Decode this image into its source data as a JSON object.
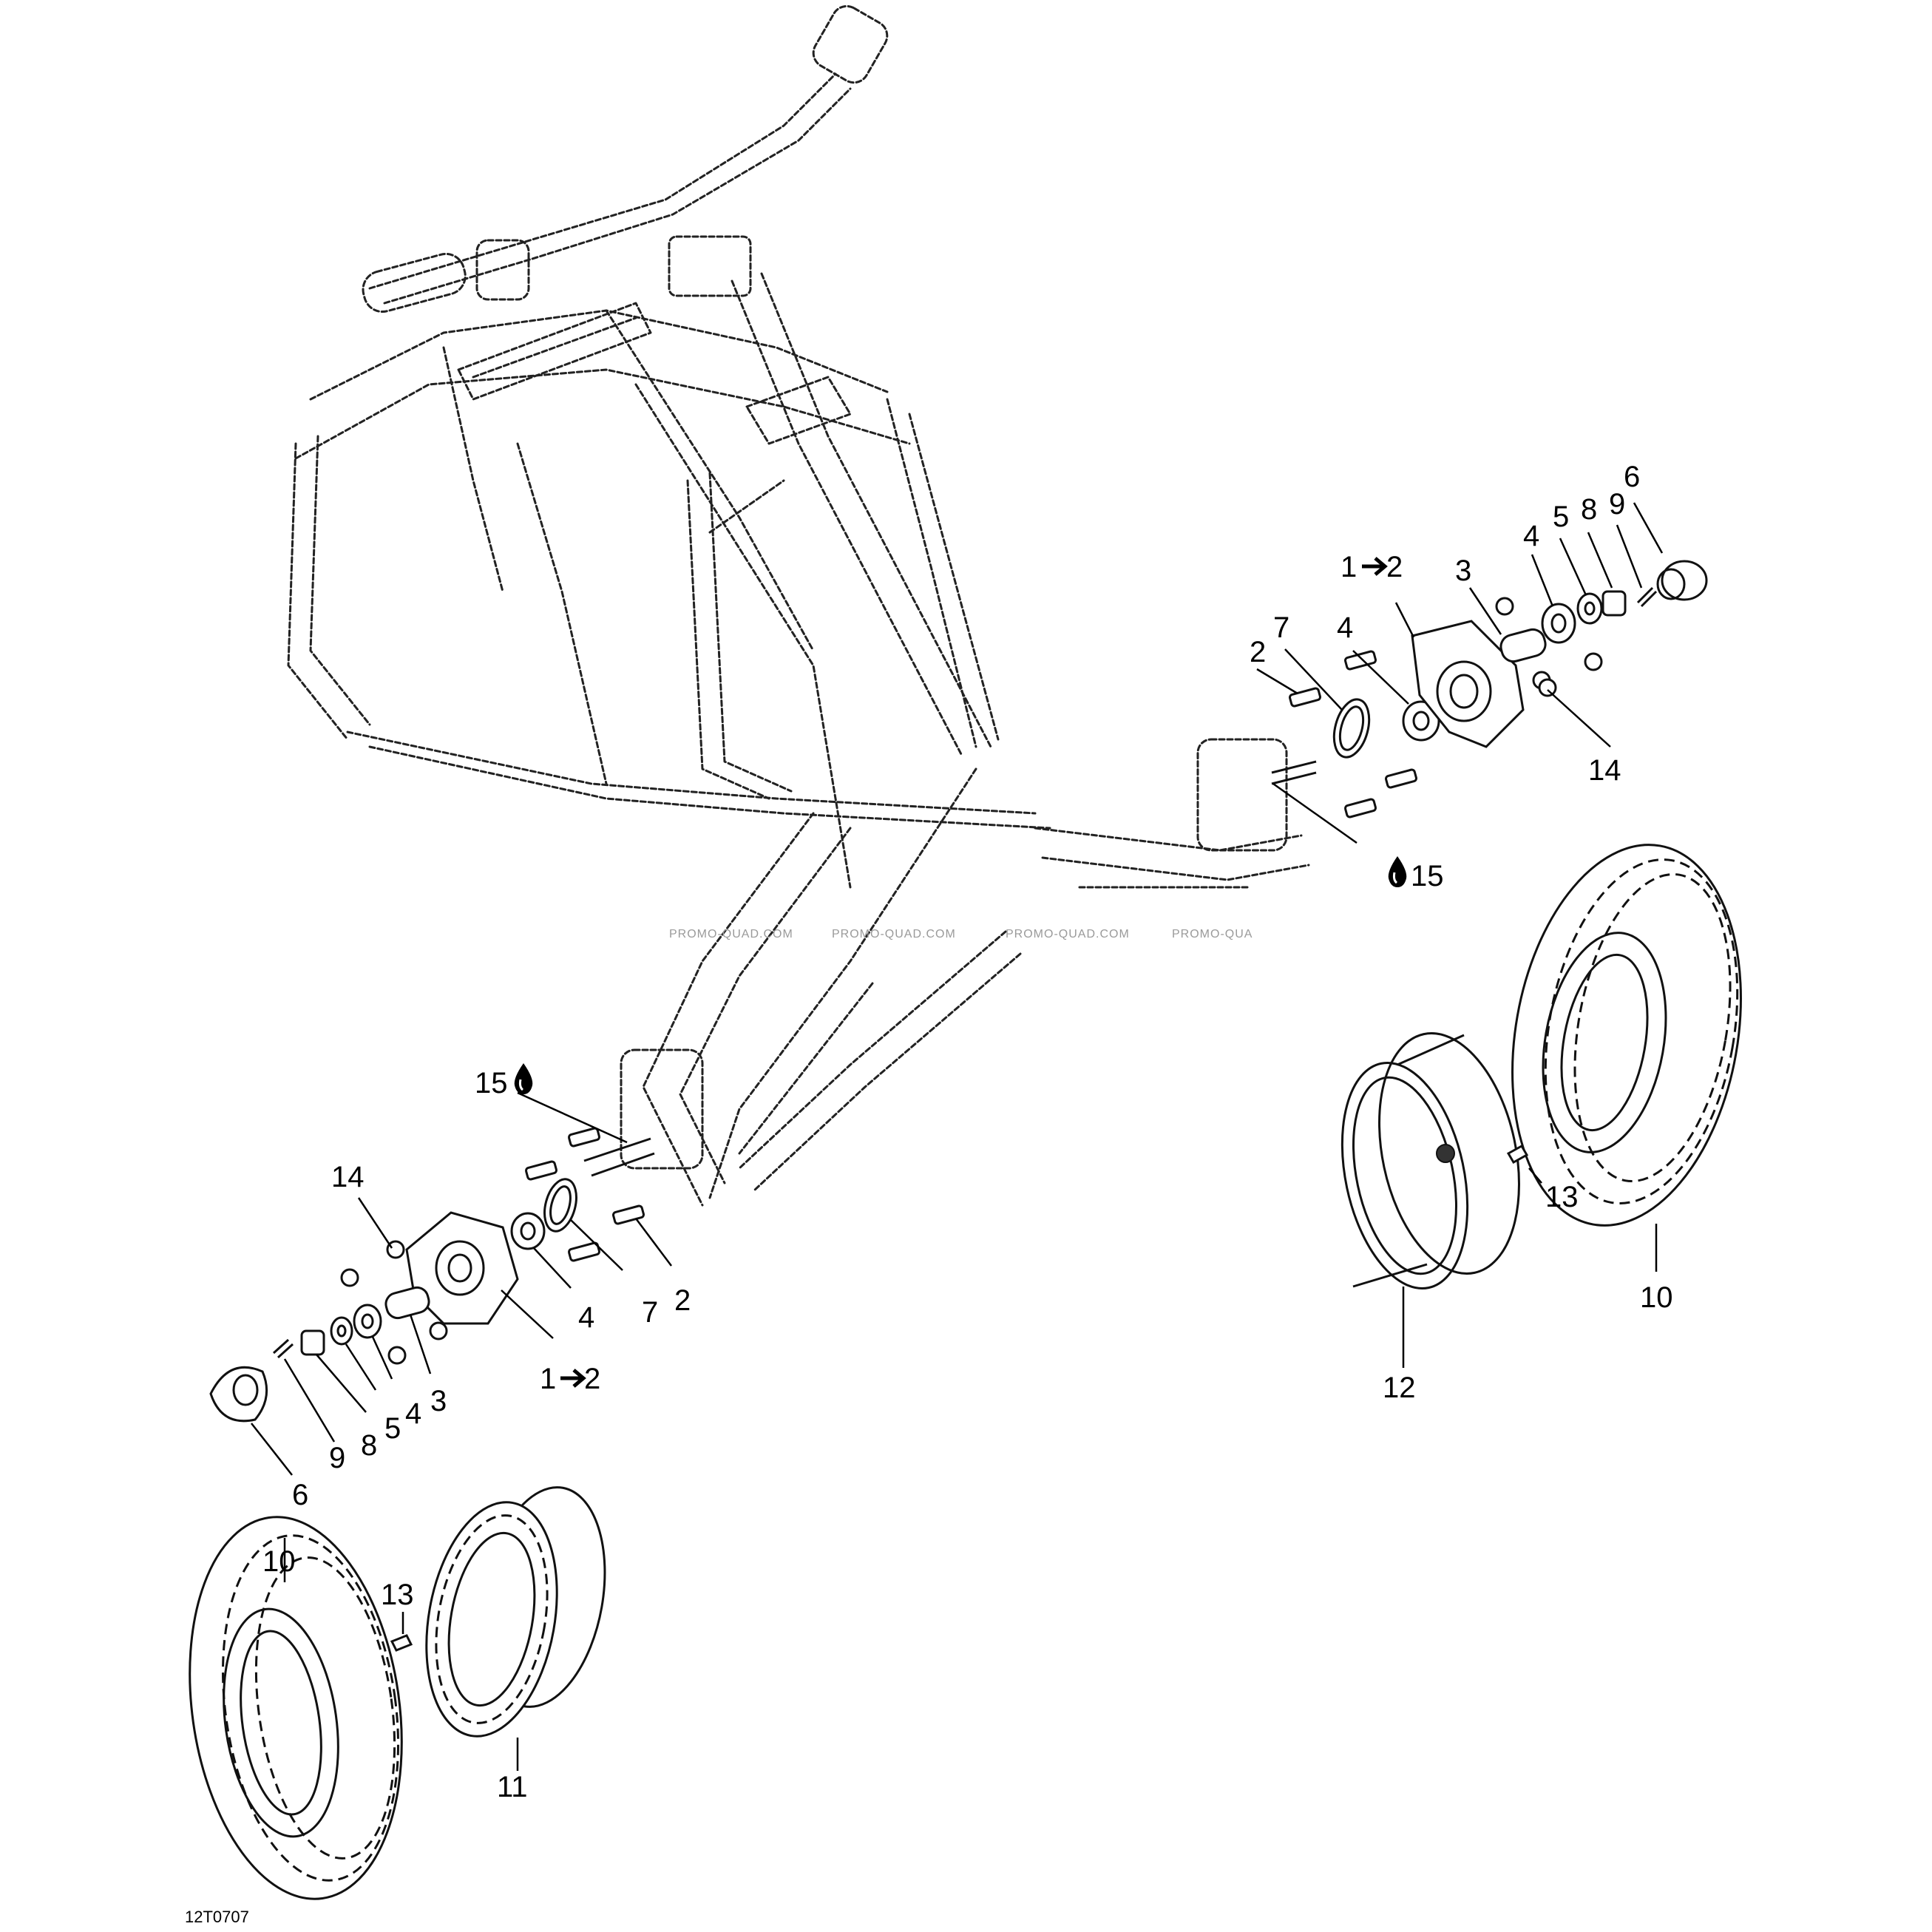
{
  "diagram": {
    "drawing_code": "12T0707",
    "watermark": [
      "PROMO-QUAD.COM",
      "PROMO-QUAD.COM",
      "PROMO-QUAD.COM",
      "PROMO-QUA"
    ],
    "lube_icon": "oil-drop-icon",
    "arrow_icon": "right-arrow-icon",
    "callouts_right": {
      "c1": "1",
      "c1_to": "2",
      "c2": "2",
      "c3": "3",
      "c4a": "4",
      "c4b": "4",
      "c5": "5",
      "c6": "6",
      "c7": "7",
      "c8": "8",
      "c9": "9",
      "c14": "14",
      "c15": "15"
    },
    "callouts_left": {
      "c1": "1",
      "c1_to": "2",
      "c2": "2",
      "c3": "3",
      "c4a": "4",
      "c4b": "4",
      "c5": "5",
      "c6": "6",
      "c7": "7",
      "c8": "8",
      "c9": "9",
      "c14": "14",
      "c15": "15"
    },
    "callouts_wheels": {
      "tire_right": "10",
      "rim_right": "12",
      "valve_right": "13",
      "tire_left": "10",
      "rim_left": "11",
      "valve_left": "13"
    }
  }
}
